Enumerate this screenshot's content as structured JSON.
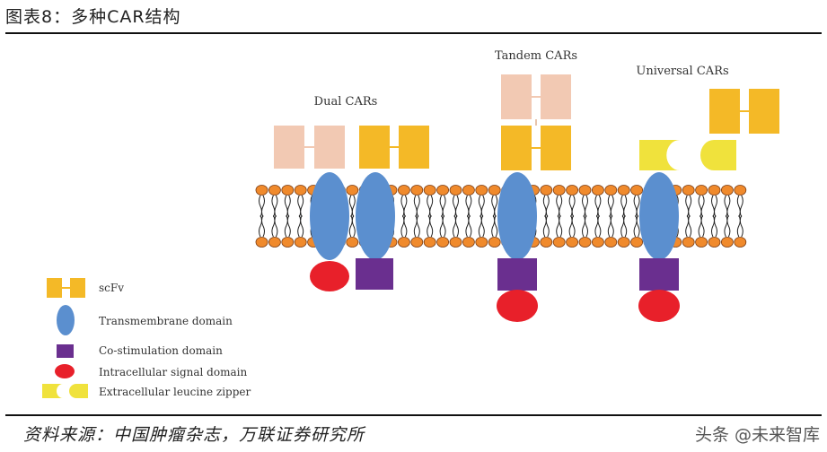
{
  "page": {
    "title": "图表8：多种CAR结构",
    "source": "资料来源：中国肿瘤杂志，万联证券研究所",
    "watermark": "头条 @未来智库"
  },
  "diagram": {
    "groups": {
      "dual": "Dual CARs",
      "tandem": "Tandem CARs",
      "universal": "Universal CARs"
    },
    "legend": [
      {
        "key": "scfv",
        "label": "scFv"
      },
      {
        "key": "tm",
        "label": "Transmembrane domain"
      },
      {
        "key": "costim",
        "label": "Co-stimulation domain"
      },
      {
        "key": "signal",
        "label": "Intracellular signal domain"
      },
      {
        "key": "zipper",
        "label": "Extracellular leucine zipper"
      }
    ],
    "colors": {
      "scfv": "#f4b927",
      "scfv_light": "#f2c9b3",
      "transmembrane": "#5b8fcf",
      "costim": "#6a2f8f",
      "signal": "#e8202a",
      "zipper": "#f0e23c",
      "lipid": "#f08a2c"
    }
  }
}
